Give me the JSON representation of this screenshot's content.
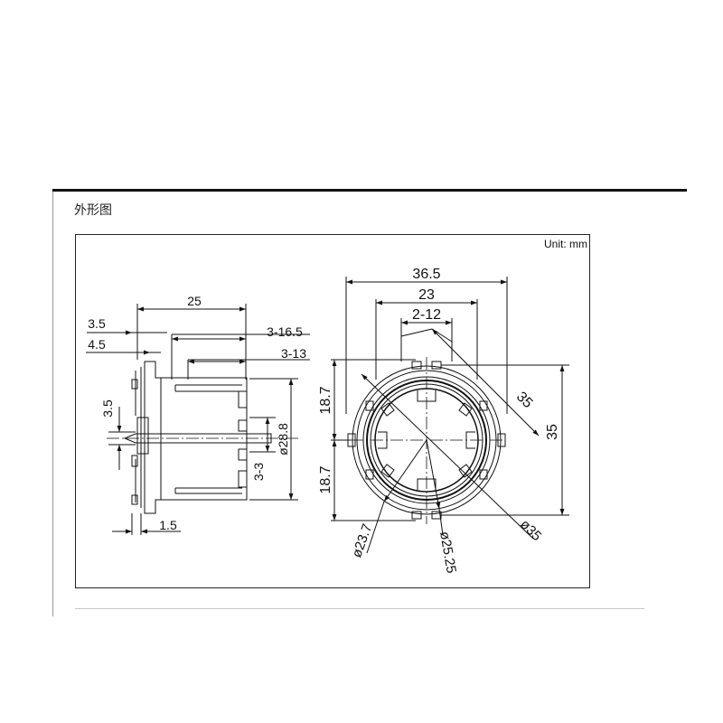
{
  "section_title": "外形图",
  "unit_label": "Unit: mm",
  "side_view": {
    "dims": {
      "width_25": "25",
      "d_3_5_top": "3.5",
      "d_4_5": "4.5",
      "d_3_16_5": "3-16.5",
      "d_3_13": "3-13",
      "d_3_5_left": "3.5",
      "d_3_3": "3-3",
      "d_dia_28_8": "ø28.8",
      "d_1_5": "1.5"
    }
  },
  "front_view": {
    "dims": {
      "d_36_5": "36.5",
      "d_23": "23",
      "d_2_12": "2-12",
      "d_18_7_top": "18.7",
      "d_18_7_bottom": "18.7",
      "d_35_diag": "35",
      "d_35_right": "35",
      "d_dia_35": "ø35",
      "d_dia_23_7": "ø23.7",
      "d_dia_25_25": "ø25.25"
    }
  }
}
